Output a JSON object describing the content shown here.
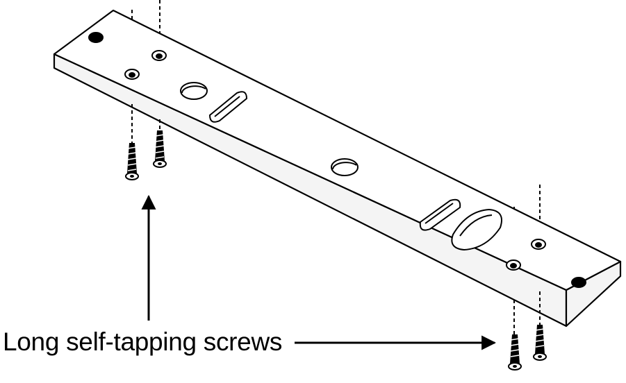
{
  "callout": {
    "label": "Long self-tapping screws"
  },
  "colors": {
    "line": "#000000",
    "plate_top": "#ffffff",
    "plate_side": "#f4f4f4",
    "mount_hole": "#000000"
  },
  "icons": [
    "mounting-plate",
    "screw-icon",
    "arrow-icon",
    "dashed-guide"
  ]
}
